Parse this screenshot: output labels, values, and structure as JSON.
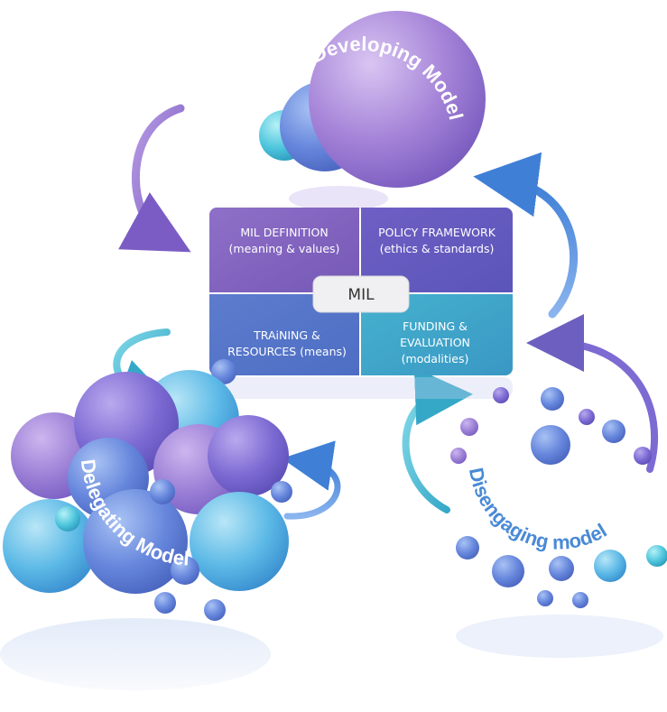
{
  "center": {
    "label": "MIL",
    "quadrants": {
      "top_left": {
        "line1": "MIL DEFINITION",
        "line2": "(meaning & values)"
      },
      "top_right": {
        "line1": "POLICY FRAMEWORK",
        "line2": "(ethics & standards)"
      },
      "bottom_left": {
        "line1": "TRAiNING &",
        "line2": "RESOURCES (means)"
      },
      "bottom_right": {
        "line1": "FUNDING &",
        "line2": "EVALUATION",
        "line3": "(modalities)"
      }
    }
  },
  "models": {
    "developing": "Developing Model",
    "delegating": "Delegating Model",
    "disengaging": "Disengaging model"
  },
  "colors": {
    "purple": "#8a6cc4",
    "violet": "#6d5fbf",
    "blue": "#5d84cc",
    "teal": "#3fb1c6",
    "label_blue": "#4a8ad6"
  }
}
